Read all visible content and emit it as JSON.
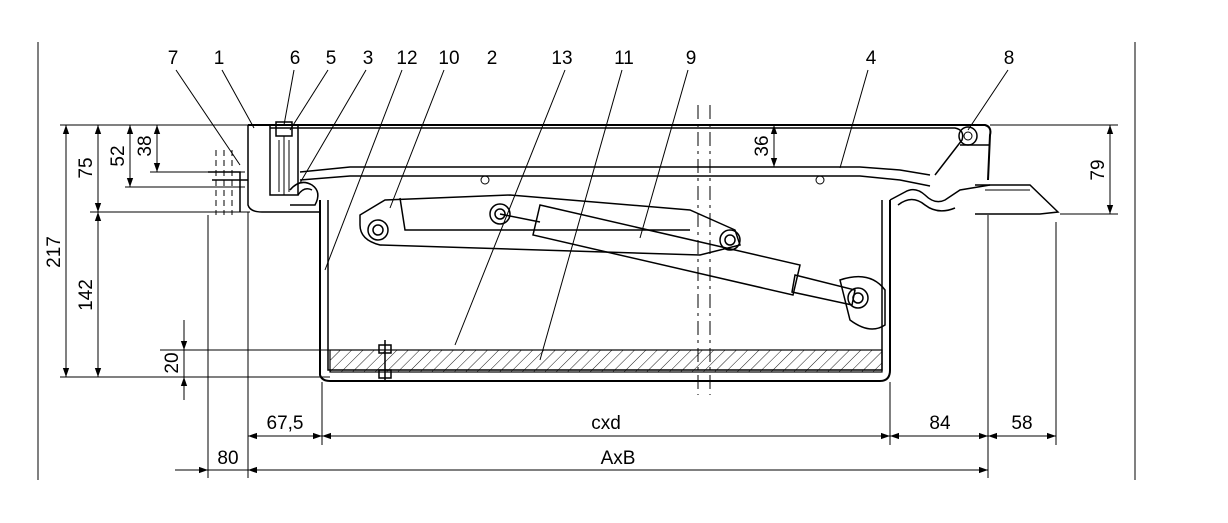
{
  "diagram": {
    "part_labels": [
      "7",
      "1",
      "6",
      "5",
      "3",
      "12",
      "10",
      "2",
      "13",
      "11",
      "9",
      "4",
      "8"
    ],
    "dimensions": {
      "d217": "217",
      "d75": "75",
      "d52": "52",
      "d38": "38",
      "d142": "142",
      "d20": "20",
      "d36": "36",
      "d79": "79",
      "d67_5": "67,5",
      "cxd": "cxd",
      "d84": "84",
      "d58": "58",
      "d80": "80",
      "axb": "AxB"
    }
  }
}
